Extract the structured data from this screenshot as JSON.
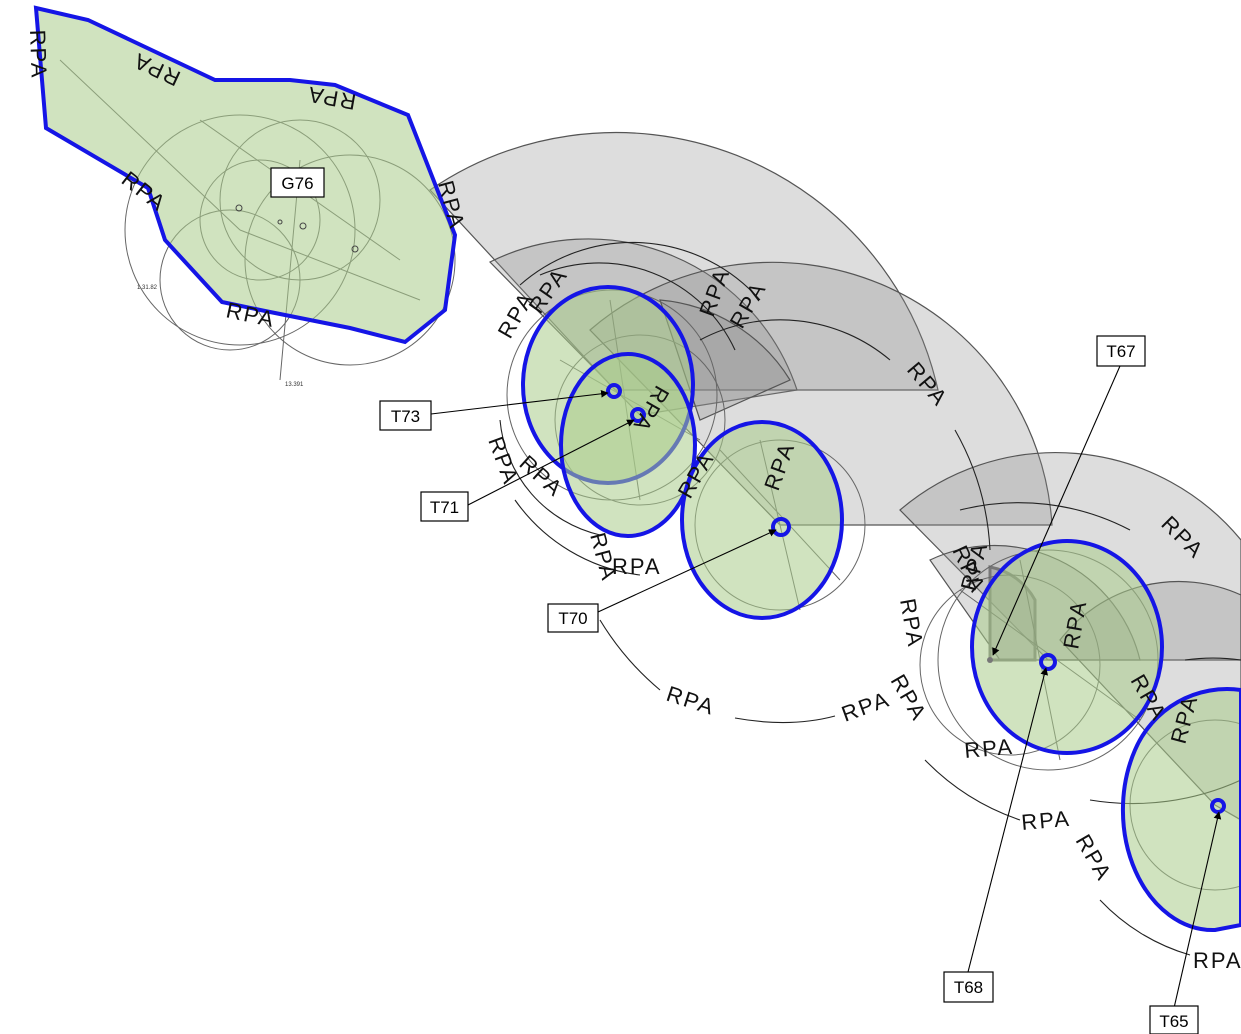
{
  "rpa_label": "RPA",
  "small_labels": [
    "1.31.82",
    "13.391"
  ],
  "trees": [
    {
      "id": "G76",
      "type": "group"
    },
    {
      "id": "T73",
      "type": "tree"
    },
    {
      "id": "T71",
      "type": "tree"
    },
    {
      "id": "T70",
      "type": "tree"
    },
    {
      "id": "T67",
      "type": "tree"
    },
    {
      "id": "T68",
      "type": "tree"
    },
    {
      "id": "T65",
      "type": "tree"
    }
  ],
  "colors": {
    "crown_outline": "#1515e6",
    "crown_fill": "#a9cc8a",
    "shadow_fill": "#8f8f8f"
  }
}
